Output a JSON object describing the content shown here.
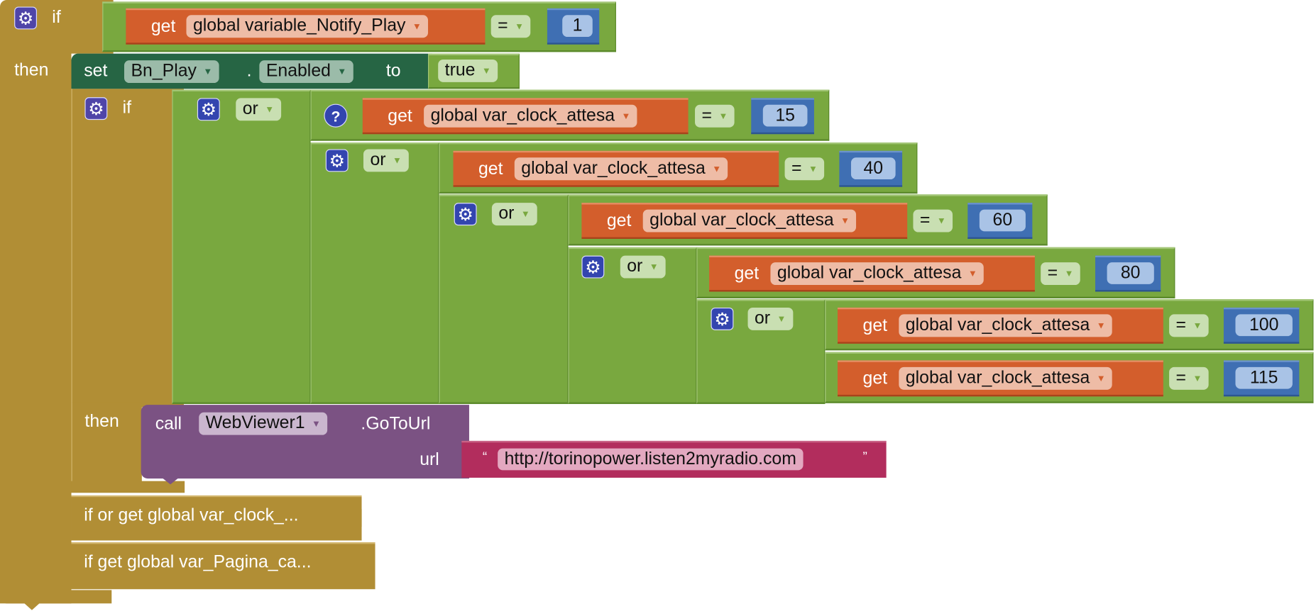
{
  "outer_if": {
    "if_label": "if",
    "then_label": "then",
    "condition": {
      "get_label": "get",
      "variable": "global variable_Notify_Play",
      "operator": "=",
      "value": "1"
    }
  },
  "set_block": {
    "set_label": "set",
    "component": "Bn_Play",
    "dot": ".",
    "property": "Enabled",
    "to_label": "to",
    "value": "true"
  },
  "inner_if": {
    "if_label": "if",
    "then_label": "then",
    "or_label": "or",
    "comparisons": [
      {
        "get_label": "get",
        "variable": "global var_clock_attesa",
        "operator": "=",
        "value": "15"
      },
      {
        "get_label": "get",
        "variable": "global var_clock_attesa",
        "operator": "=",
        "value": "40"
      },
      {
        "get_label": "get",
        "variable": "global var_clock_attesa",
        "operator": "=",
        "value": "60"
      },
      {
        "get_label": "get",
        "variable": "global var_clock_attesa",
        "operator": "=",
        "value": "80"
      },
      {
        "get_label": "get",
        "variable": "global var_clock_attesa",
        "operator": "=",
        "value": "100"
      },
      {
        "get_label": "get",
        "variable": "global var_clock_attesa",
        "operator": "=",
        "value": "115"
      }
    ]
  },
  "call_block": {
    "call_label": "call",
    "component": "WebViewer1",
    "method": ".GoToUrl",
    "param_label": "url",
    "open_quote": "“",
    "url": "http://torinopower.listen2myradio.com",
    "close_quote": "”"
  },
  "collapsed_blocks": [
    {
      "label": "if or get global var_clock_..."
    },
    {
      "label": "if get global var_Pagina_ca..."
    }
  ],
  "colors": {
    "control": "#B18E35",
    "logic": "#79A83F",
    "variable": "#D35E2C",
    "math": "#3F6FB3",
    "component_set": "#266544",
    "component_call": "#7B5283",
    "text": "#B22D5D"
  }
}
